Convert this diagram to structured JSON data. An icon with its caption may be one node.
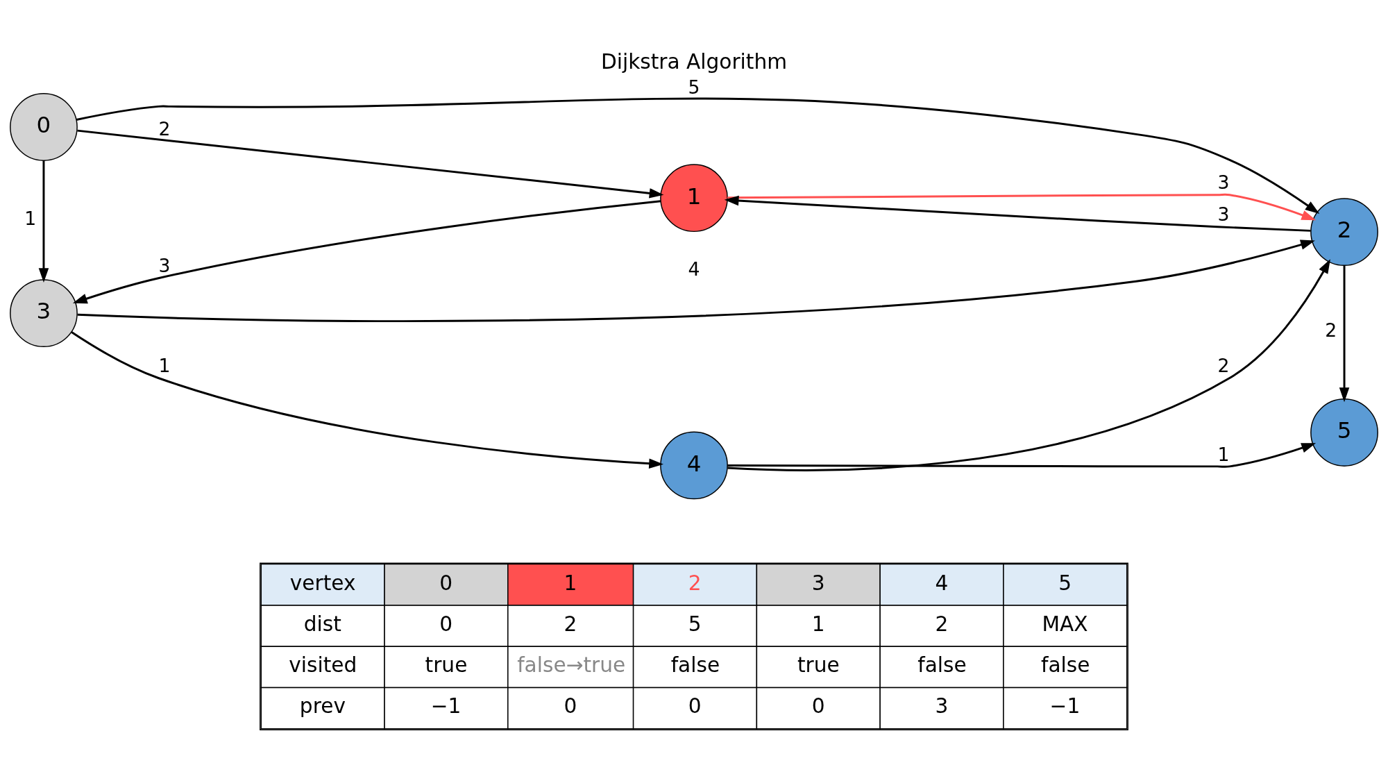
{
  "diagram": {
    "title": "Dijkstra Algorithm",
    "nodes": [
      {
        "text": [
          "0"
        ]
      },
      {
        "text": [
          "1"
        ]
      },
      {
        "text": [
          "2"
        ]
      },
      {
        "text": [
          "3"
        ]
      },
      {
        "text": [
          "4"
        ]
      },
      {
        "text": [
          "5"
        ]
      }
    ],
    "edges": [
      {
        "from": 0,
        "to": 1,
        "arrow": "to",
        "label": "2"
      },
      {
        "from": 1,
        "to": 2,
        "arrow": "to",
        "label": "3",
        "color": "#ff5050"
      },
      {
        "from": 2,
        "to": 1,
        "arrow": "to",
        "label": "3"
      },
      {
        "from": 0,
        "to": 2,
        "arrow": "to",
        "label": "5"
      },
      {
        "from": 0,
        "to": 3,
        "arrow": "to",
        "label": "1"
      },
      {
        "from": 1,
        "to": 3,
        "arrow": "to",
        "label": "3"
      },
      {
        "from": 3,
        "to": 2,
        "arrow": "to",
        "label": "4"
      },
      {
        "from": 2,
        "to": 5,
        "arrow": "to",
        "label": "2"
      },
      {
        "from": 3,
        "to": 4,
        "arrow": "to",
        "label": "1"
      },
      {
        "from": 4,
        "to": 2,
        "arrow": "to",
        "label": "2"
      },
      {
        "from": 4,
        "to": 5,
        "arrow": "to",
        "label": "1"
      }
    ],
    "labels": [
      "vertex",
      "0",
      "1",
      "2",
      "3",
      "4",
      "5",
      "dist",
      "0",
      "2",
      "5",
      "1",
      "2",
      "MAX",
      "visited",
      "true",
      "false→true",
      "false",
      "true",
      "false",
      "false",
      "prev",
      "−1",
      "0",
      "0",
      "0",
      "3",
      "−1"
    ]
  }
}
